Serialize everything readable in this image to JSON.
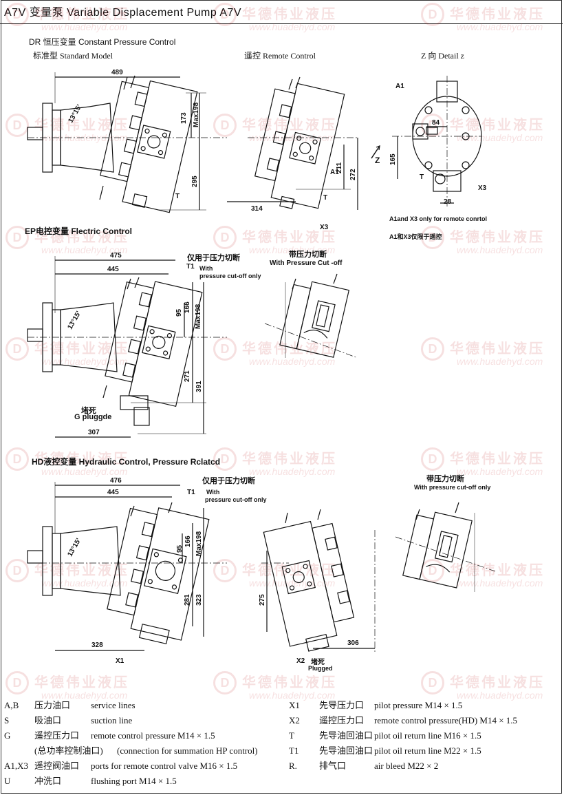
{
  "header": {
    "title": "A7V 变量泵  Variable Displacement Pump A7V"
  },
  "watermark": {
    "brand_cn": "华德伟业液压",
    "url": "www.huadehyd.com",
    "logo": "D"
  },
  "section_dr": {
    "title": "DR 恒压变量 Constant Pressure Control",
    "standard_label": "标准型 Standard Model",
    "remote_label": "遥控 Remote Control",
    "detail_label": "Z 向 Detail z",
    "dims": {
      "d489": "489",
      "d173": "173",
      "dmax198": "Max198",
      "d295": "295",
      "d314": "314",
      "d211": "211",
      "d272": "272",
      "d165": "165",
      "d84": "84",
      "d28": "28",
      "angle": "13°15'"
    },
    "labels": {
      "T": "T",
      "A1": "A1",
      "X3": "X3",
      "Z": "Z"
    },
    "note_en": "A1and X3 only for remote conrtol",
    "note_cn": "A1和X3仅限于遥控"
  },
  "section_ep": {
    "title": "EP电控变量   Flectric   Control",
    "cutoff_cn": "仅用于压力切断",
    "cutoff_t1": "T1",
    "cutoff_with": "With",
    "cutoff_en": "pressure cut-off only",
    "with_cutoff_cn": "带压力切断",
    "with_cutoff_en": "With Pressure Cut -off",
    "plug_cn": "堵死",
    "plug_en": "G pluggde",
    "dims": {
      "d475": "475",
      "d445": "445",
      "d166": "166",
      "dmax198": "Max198",
      "d95": "95",
      "d271": "271",
      "d391": "391",
      "d307": "307",
      "angle": "13°15'"
    }
  },
  "section_hd": {
    "title": "HD液控变量   Hydraulic Control, Pressure Rclatcd",
    "cutoff_cn": "仅用于压力切断",
    "cutoff_t1": "T1",
    "cutoff_en1": "With",
    "cutoff_en2": "pressure cut-off only",
    "with_cutoff_cn": "带压力切断",
    "with_cutoff_en": "With pressure cut-off only",
    "x1": "X1",
    "x2": "X2",
    "plug_cn": "堵死",
    "plug_en": "Plugged",
    "dims": {
      "d476": "476",
      "d445": "445",
      "d95": "95",
      "d166": "166",
      "dmax198": "Max198",
      "d281": "281",
      "d323": "323",
      "d328": "328",
      "d275": "275",
      "d306": "306",
      "angle": "13°15'"
    }
  },
  "legend": {
    "left": [
      {
        "code": "A,B",
        "cn": "压力油口",
        "en": "service lines"
      },
      {
        "code": "S",
        "cn": "吸油口",
        "en": "suction line"
      },
      {
        "code": "G",
        "cn": "遥控压力口",
        "en": "remote control pressure M14 × 1.5"
      },
      {
        "code": "",
        "cn": "(总功率控制油口)",
        "en": "(connection for summation HP control)"
      },
      {
        "code": "A1,X3",
        "cn": "遥控阀油口",
        "en": "ports for remote control valve M16 × 1.5"
      },
      {
        "code": "U",
        "cn": "冲洗口",
        "en": "flushing port M14 × 1.5"
      }
    ],
    "right": [
      {
        "code": "X1",
        "cn": "先导压力口",
        "en": "pilot pressure M14 × 1.5"
      },
      {
        "code": "X2",
        "cn": "遥控压力口",
        "en": "remote control pressure(HD) M14 × 1.5"
      },
      {
        "code": "T",
        "cn": "先导油回油口",
        "en": "pilot oil return line M16 × 1.5"
      },
      {
        "code": "T1",
        "cn": "先导油回油口",
        "en": "pilot oil return line M22 × 1.5"
      },
      {
        "code": "R.",
        "cn": "排气口",
        "en": "air bleed M22 × 2"
      }
    ]
  }
}
